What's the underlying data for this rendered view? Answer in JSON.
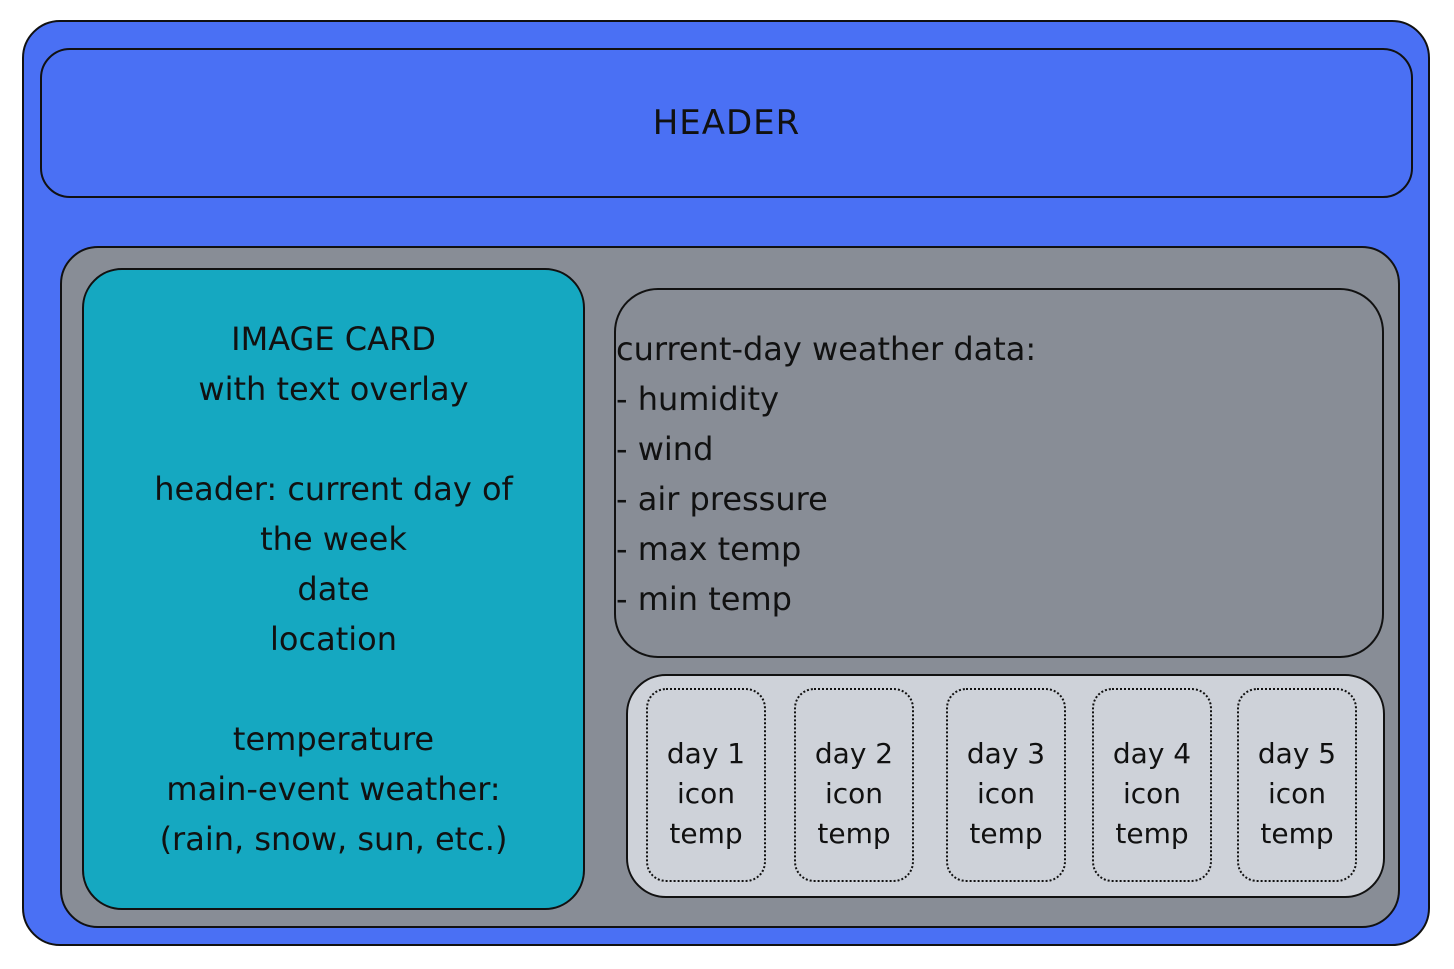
{
  "header": {
    "label": "HEADER"
  },
  "image_card": {
    "lines": [
      "IMAGE CARD",
      "with text overlay",
      "",
      "header: current day of",
      "the week",
      "date",
      "location",
      "",
      "temperature",
      "main-event weather:",
      "(rain, snow, sun, etc.)"
    ]
  },
  "weather_data": {
    "title": "current-day weather data:",
    "items": [
      "- humidity",
      "- wind",
      "- air pressure",
      "- max temp",
      "- min temp"
    ]
  },
  "forecast": {
    "days": [
      {
        "day": "day 1",
        "icon": "icon",
        "temp": "temp"
      },
      {
        "day": "day 2",
        "icon": "icon",
        "temp": "temp"
      },
      {
        "day": "day 3",
        "icon": "icon",
        "temp": "temp"
      },
      {
        "day": "day 4",
        "icon": "icon",
        "temp": "temp"
      },
      {
        "day": "day 5",
        "icon": "icon",
        "temp": "temp"
      }
    ]
  },
  "colors": {
    "outer": "#4a70f4",
    "main_area": "#888d96",
    "image_card": "#15a8c1",
    "forecast_strip": "#ced2d9"
  }
}
